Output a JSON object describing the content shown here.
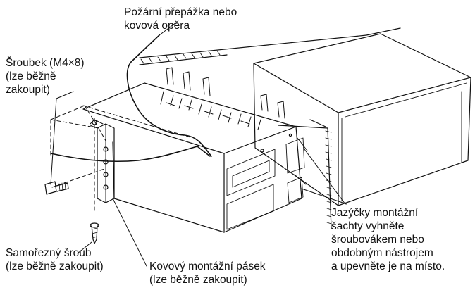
{
  "labels": {
    "firewall": [
      "Požární přepážka nebo",
      "kovová opěra"
    ],
    "screw": [
      "Šroubek (M4×8)",
      "(lze běžně",
      "zakoupit)"
    ],
    "tapping_screw": [
      "Samořezný šroub",
      "(lze běžně zakoupit)"
    ],
    "metal_strap": [
      "Kovový montážní pásek",
      "(lze běžně zakoupit)"
    ],
    "tabs": [
      "Jazýčky montážní",
      "šachty vyhněte",
      "šroubovákem nebo",
      "obdobným nástrojem",
      "a upevněte je na místo."
    ]
  },
  "icons": [
    "mounting-sleeve",
    "car-stereo-unit",
    "dashboard-panel",
    "firewall-edge",
    "machine-screw",
    "self-tapping-screw",
    "metal-mounting-strap"
  ],
  "colors": {
    "line": "#111111",
    "background": "#ffffff"
  }
}
